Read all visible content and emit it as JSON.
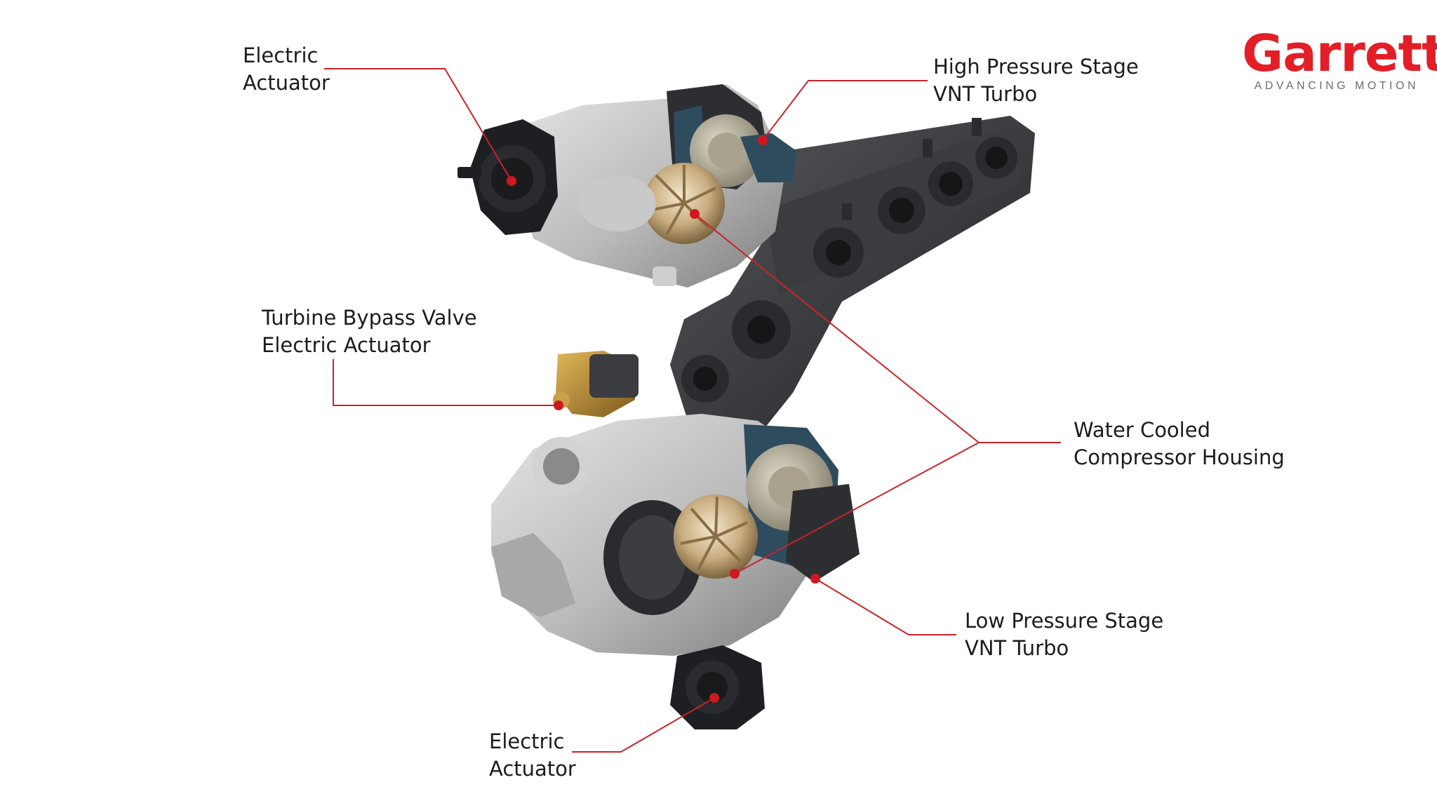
{
  "brand": {
    "name": "Garrett",
    "tagline": "ADVANCING MOTION",
    "color": "#e41e26"
  },
  "colors": {
    "leader_line": "#c8242a",
    "marker": "#d0171f",
    "label_text": "#1c1c1c",
    "aluminum": "#bdbdbd",
    "cast_iron": "#2f3033",
    "cutaway_blue": "#2f4b5e",
    "brass": "#b8872e"
  },
  "callouts": [
    {
      "id": "electric-actuator-top",
      "lines": [
        "Electric",
        "Actuator"
      ]
    },
    {
      "id": "high-pressure-stage",
      "lines": [
        "High Pressure Stage",
        "VNT Turbo"
      ]
    },
    {
      "id": "turbine-bypass-valve",
      "lines": [
        "Turbine Bypass Valve",
        "Electric Actuator"
      ]
    },
    {
      "id": "water-cooled-compressor-housing",
      "lines": [
        "Water Cooled",
        "Compressor Housing"
      ]
    },
    {
      "id": "low-pressure-stage",
      "lines": [
        "Low Pressure Stage",
        "VNT Turbo"
      ]
    },
    {
      "id": "electric-actuator-bottom",
      "lines": [
        "Electric",
        "Actuator"
      ]
    }
  ]
}
